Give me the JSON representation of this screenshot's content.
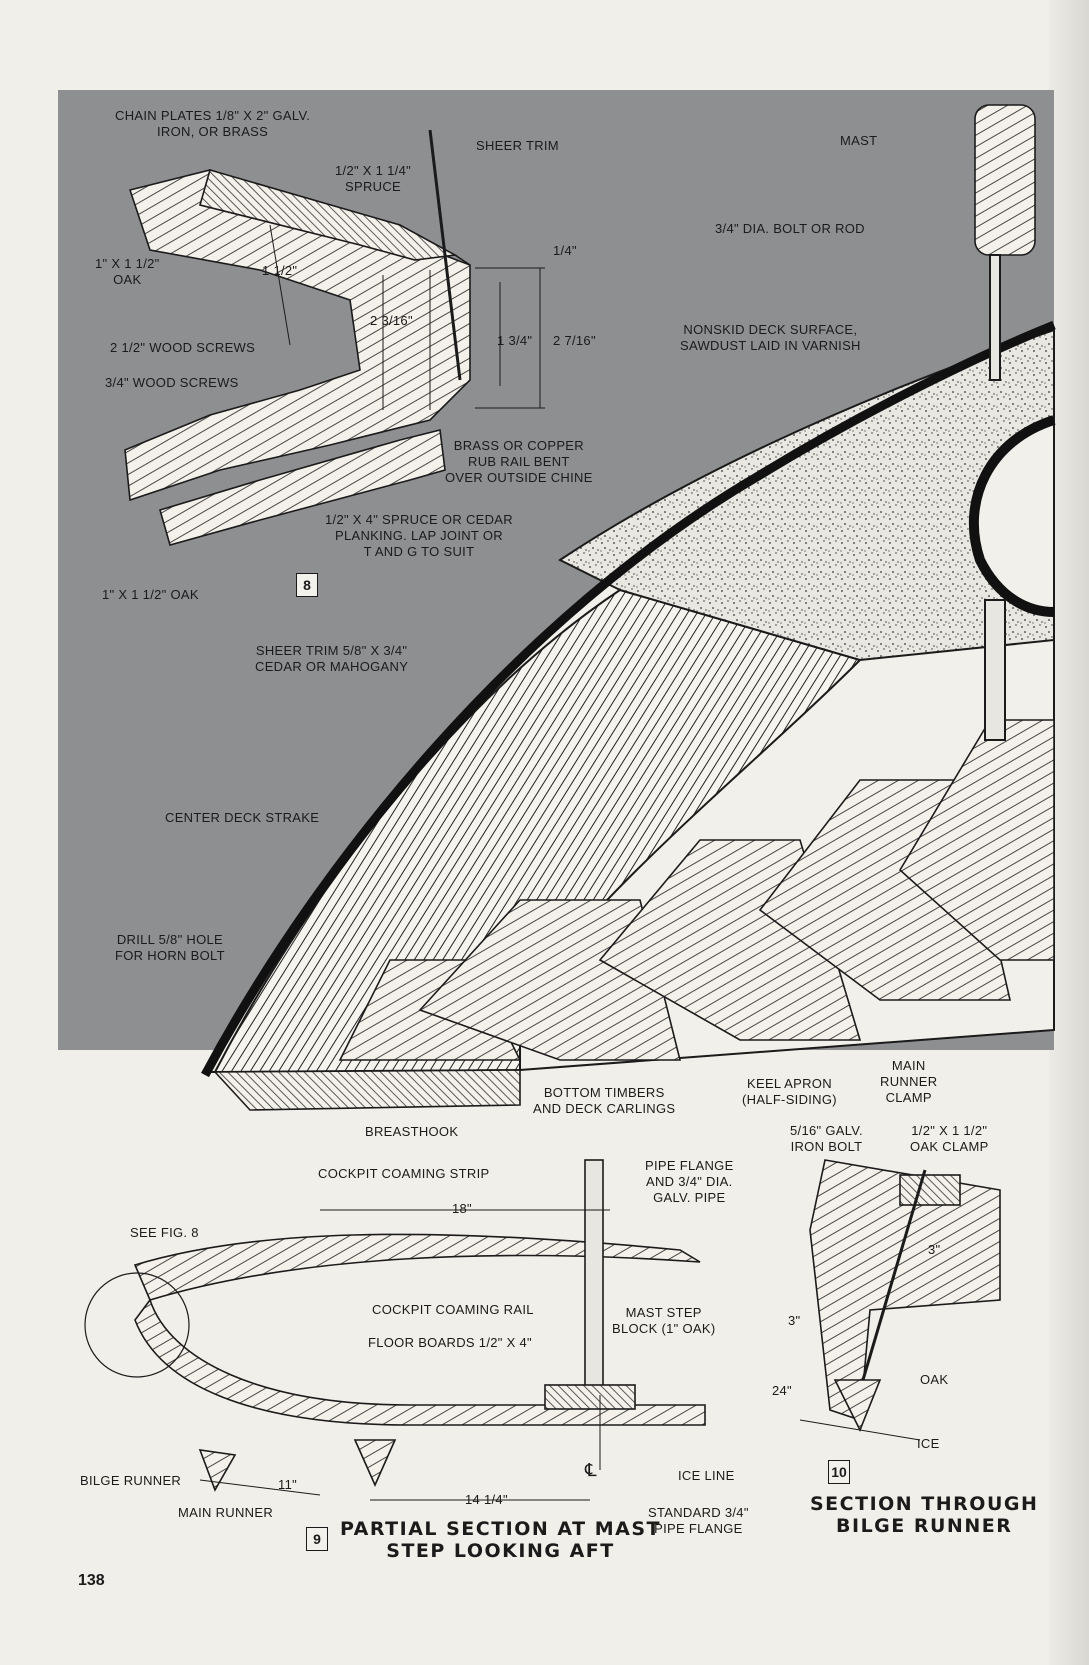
{
  "page_number": "138",
  "figures": {
    "fig8": {
      "number": "8",
      "labels": {
        "chain_plates": "CHAIN PLATES 1/8\" X 2\" GALV.\nIRON, OR BRASS",
        "sheer_trim": "SHEER TRIM",
        "spruce_top": "1/2\" X 1 1/4\"\nSPRUCE",
        "oak_top": "1\" X 1 1/2\"\nOAK",
        "dim_1_5": "1 1/2\"",
        "dim_2_3_16": "2 3/16\"",
        "dim_quarter": "1/4\"",
        "dim_1_3_4": "1 3/4\"",
        "dim_2_7_16": "2 7/16\"",
        "wood_screws_2_5": "2 1/2\" WOOD SCREWS",
        "wood_screws_3_4": "3/4\" WOOD SCREWS",
        "rub_rail": "BRASS OR COPPER\nRUB RAIL BENT\nOVER OUTSIDE CHINE",
        "planking": "1/2\" X 4\"  SPRUCE OR CEDAR\nPLANKING. LAP JOINT OR\nT AND G TO SUIT",
        "oak_bottom": "1\" X 1 1/2\" OAK"
      }
    },
    "main": {
      "labels": {
        "mast": "MAST",
        "bolt_rod": "3/4\" DIA. BOLT OR ROD",
        "nonskid": "NONSKID DECK SURFACE,\nSAWDUST LAID IN VARNISH",
        "sheer_trim_main": "SHEER TRIM 5/8\" X 3/4\"\nCEDAR OR MAHOGANY",
        "center_deck": "CENTER DECK STRAKE",
        "drill_hole": "DRILL 5/8\" HOLE\nFOR HORN BOLT",
        "breasthook": "BREASTHOOK",
        "bottom_timbers": "BOTTOM TIMBERS\nAND DECK CARLINGS",
        "keel_apron": "KEEL APRON\n(HALF-SIDING)",
        "main_runner_clamp": "MAIN\nRUNNER\nCLAMP"
      }
    },
    "fig9": {
      "number": "9",
      "caption": "PARTIAL SECTION AT MAST\nSTEP LOOKING AFT",
      "labels": {
        "coaming_strip": "COCKPIT COAMING STRIP",
        "dim_18": "18\"",
        "pipe_flange": "PIPE FLANGE\nAND 3/4\" DIA.\nGALV. PIPE",
        "see_fig8": "SEE FIG. 8",
        "coaming_rail": "COCKPIT COAMING RAIL",
        "mast_step": "MAST STEP\nBLOCK (1\" OAK)",
        "floor_boards": "FLOOR BOARDS 1/2\" X 4\"",
        "bilge_runner": "BILGE RUNNER",
        "dim_11": "11\"",
        "main_runner": "MAIN RUNNER",
        "dim_14_25": "14 1/4\"",
        "centerline": "℄",
        "ice_line": "ICE LINE",
        "std_flange": "STANDARD 3/4\"\nPIPE FLANGE"
      }
    },
    "fig10": {
      "number": "10",
      "caption": "SECTION THROUGH\nBILGE RUNNER",
      "labels": {
        "galv_bolt": "5/16\" GALV.\nIRON BOLT",
        "oak_clamp": "1/2\" X 1 1/2\"\nOAK CLAMP",
        "dim_3a": "3\"",
        "dim_3b": "3\"",
        "dim_24": "24\"",
        "oak": "OAK",
        "ice": "ICE"
      }
    }
  }
}
